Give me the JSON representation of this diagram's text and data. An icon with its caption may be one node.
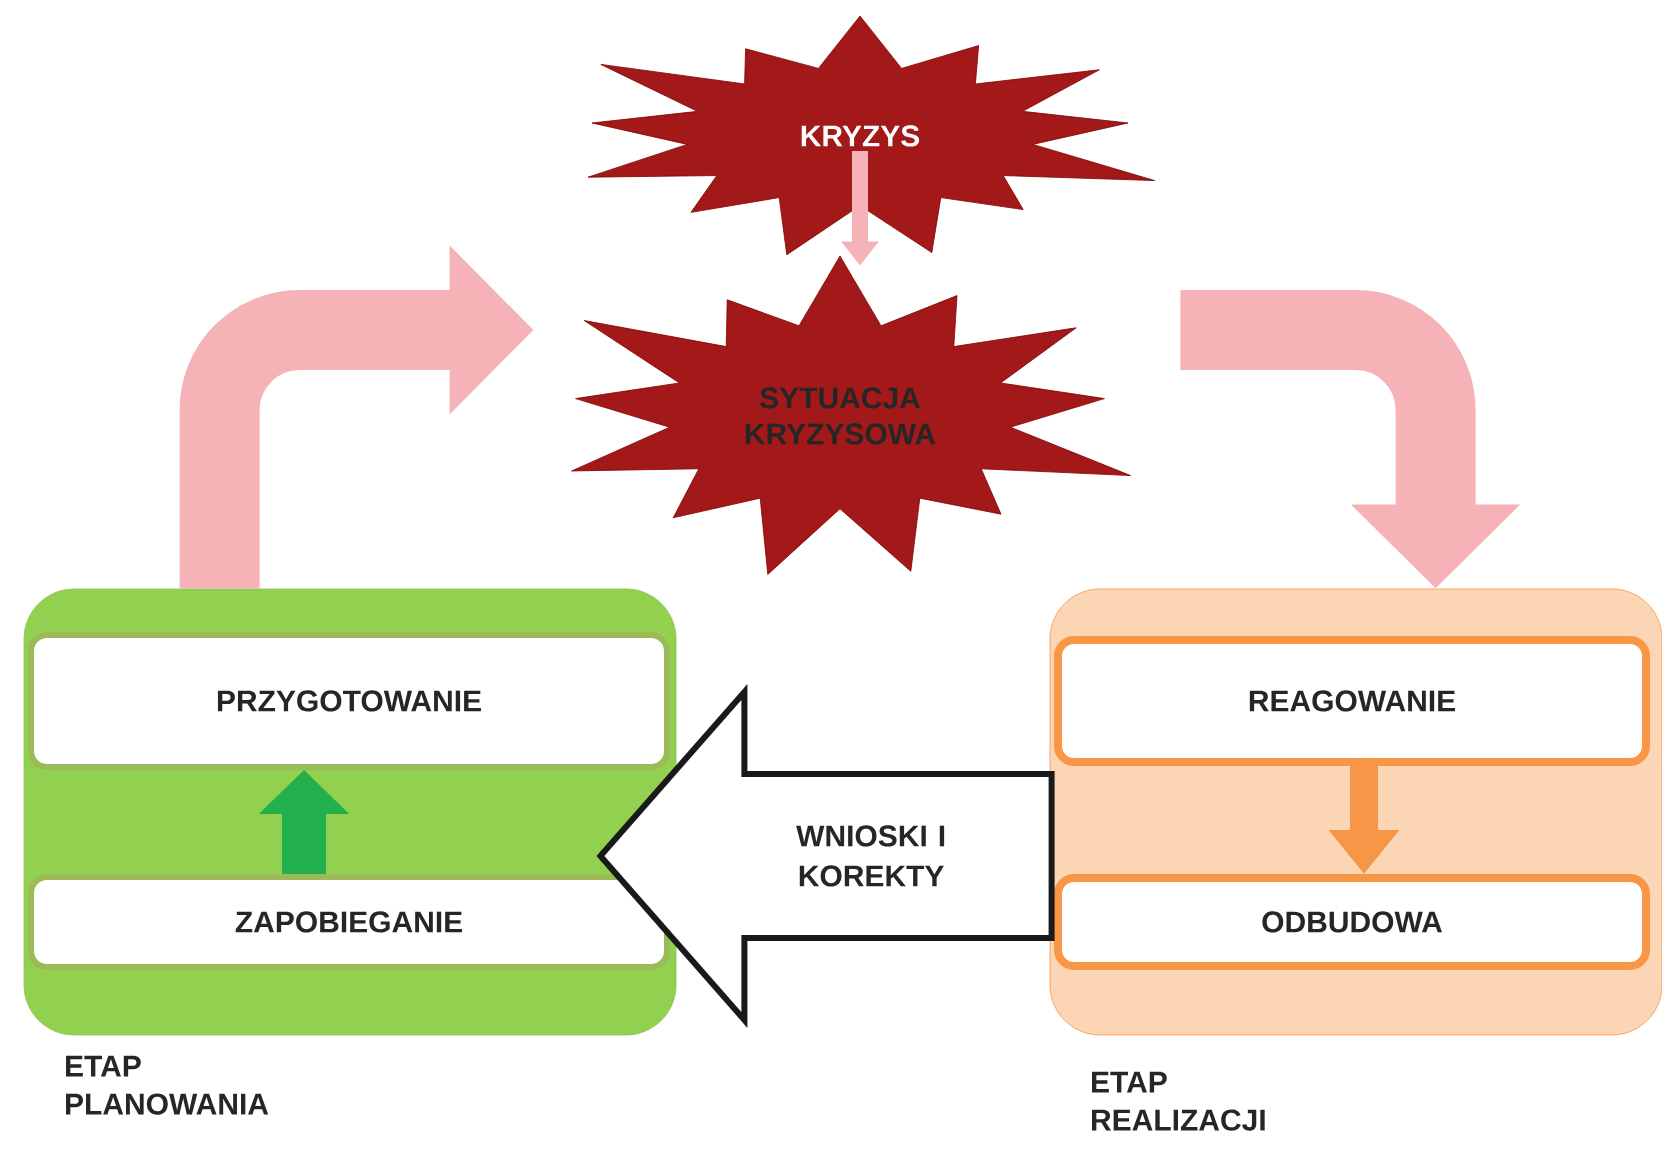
{
  "diagram": {
    "nodes": [
      {
        "text": [
          "KRYZYS"
        ]
      },
      {
        "text": [
          "SYTUACJA KRYZYSOWA"
        ]
      },
      {
        "text": [],
        "shape": "box",
        "beside": [
          "ETAP PLANOWANIA"
        ]
      },
      {
        "text": [
          "PRZYGOTOWANIE"
        ],
        "in": 2
      },
      {
        "text": [
          "ZAPOBIEGANIE"
        ],
        "in": 2
      },
      {
        "text": [],
        "shape": "box",
        "beside": [
          "ETAP REALIZACJI"
        ]
      },
      {
        "text": [
          "REAGOWANIE"
        ],
        "in": 5
      },
      {
        "text": [
          "ODBUDOWA"
        ],
        "in": 5
      }
    ],
    "edges": [
      {
        "from": 0,
        "to": 1,
        "arrow": "to"
      },
      {
        "from": 2,
        "to": 1,
        "arrow": "to",
        "style": "thick"
      },
      {
        "from": 1,
        "to": 5,
        "arrow": "to",
        "style": "thick"
      },
      {
        "from": 4,
        "to": 3,
        "arrow": "to",
        "color": "#22b14c"
      },
      {
        "from": 6,
        "to": 7,
        "arrow": "to",
        "color": "#f79646"
      },
      {
        "from": 5,
        "to": 2,
        "arrow": "to",
        "label": "WNIOSKI I KOREKTY",
        "style": "thick",
        "color": "#1a1a1a"
      }
    ]
  }
}
